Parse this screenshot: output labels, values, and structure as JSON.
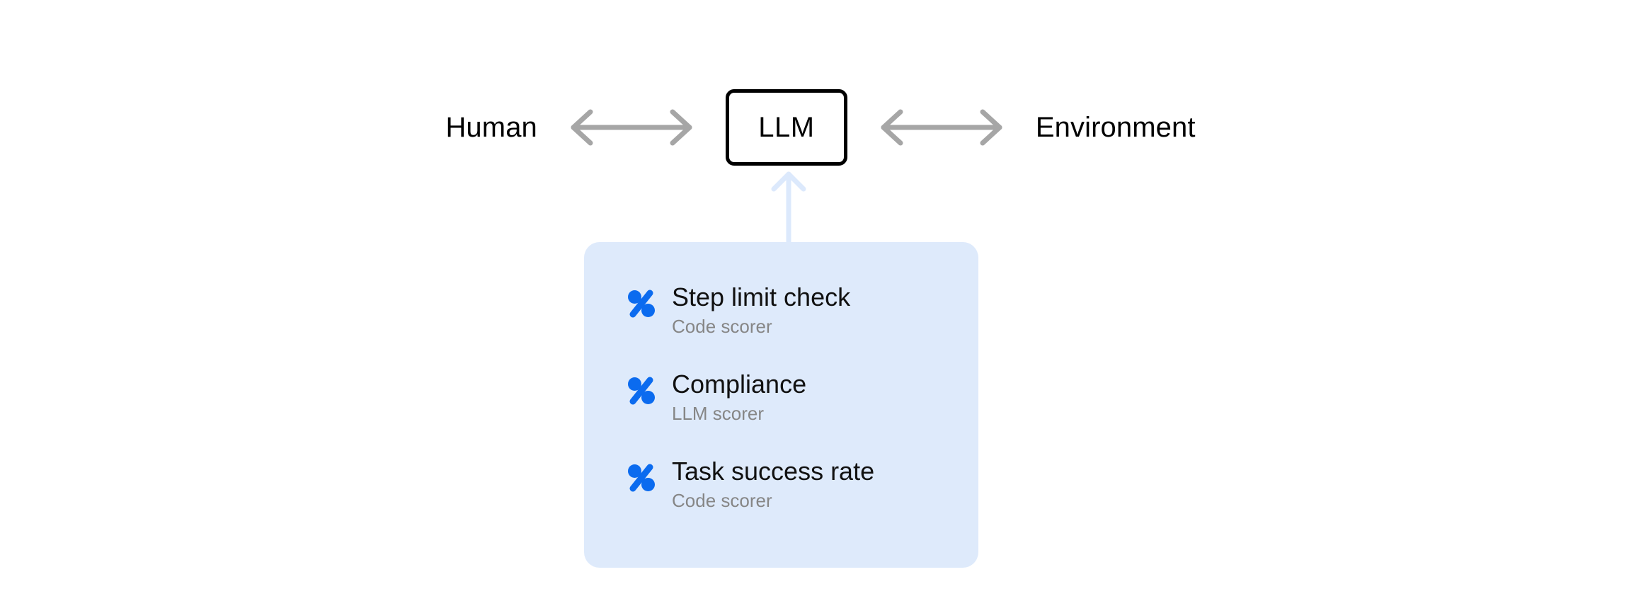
{
  "diagram": {
    "title": "LLM interaction and scoring diagram",
    "colors": {
      "panel_background": "#DEEAFB",
      "icon_blue": "#0B6BEF",
      "arrow_gray": "#A6A6A6",
      "box_border": "#000000",
      "subtitle_gray": "#868686",
      "page_background": "#FFFFFF"
    },
    "top_row": {
      "left_label": "Human",
      "left_arrow_icon": "double-headed-horizontal-arrow-icon",
      "center_box_label": "LLM",
      "right_arrow_icon": "double-headed-horizontal-arrow-icon",
      "right_label": "Environment"
    },
    "connector": {
      "icon": "arrow-up-icon",
      "direction": "up"
    },
    "scorer_panel": {
      "items": [
        {
          "icon": "percent-scorer-icon",
          "title": "Step limit check",
          "subtitle": "Code scorer"
        },
        {
          "icon": "percent-scorer-icon",
          "title": "Compliance",
          "subtitle": "LLM scorer"
        },
        {
          "icon": "percent-scorer-icon",
          "title": "Task success rate",
          "subtitle": "Code scorer"
        }
      ]
    }
  }
}
